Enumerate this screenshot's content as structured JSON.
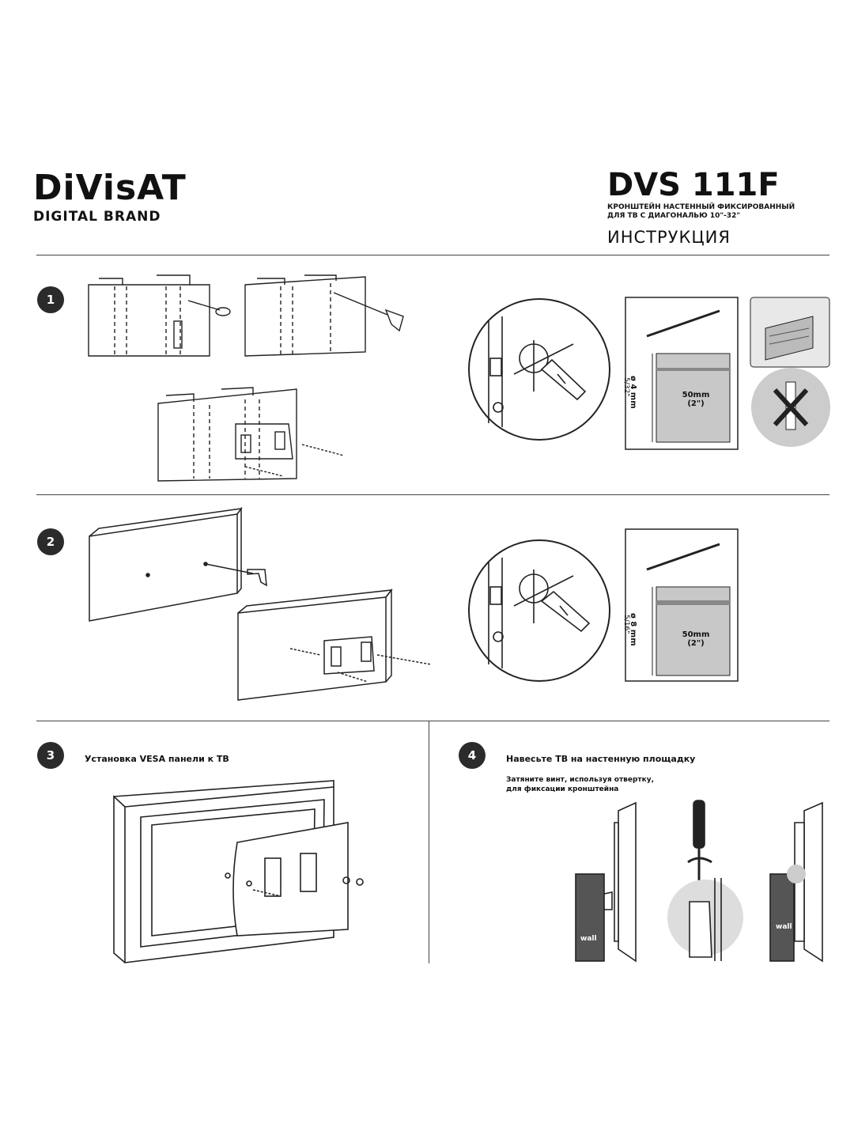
{
  "header": {
    "logo_text": "DiVisAT",
    "logo_tagline": "DIGITAL BRAND",
    "model": "DVS 111F",
    "description_line1": "КРОНШТЕЙН НАСТЕННЫЙ ФИКСИРОВАННЫЙ",
    "description_line2": "ДЛЯ ТВ С ДИАГОНАЛЬЮ 10\"-32\"",
    "doc_type": "ИНСТРУКЦИЯ"
  },
  "steps": [
    {
      "number": "1"
    },
    {
      "number": "2"
    },
    {
      "number": "3",
      "caption": "Установка VESA панели к ТВ"
    },
    {
      "number": "4",
      "caption": "Навесьте ТВ на настенную площадку",
      "note_line1": "Затяните винт, используя отвертку,",
      "note_line2": "для фиксации кронштейна"
    }
  ],
  "drill_specs": [
    {
      "diameter": "ø 4 mm",
      "inch": "5/32\"",
      "depth": "50mm",
      "depth_inch": "(2\")"
    },
    {
      "diameter": "ø 8 mm",
      "inch": "5/16\"",
      "depth": "50mm",
      "depth_inch": "(2\")"
    }
  ],
  "wall_labels": [
    "wall",
    "wall"
  ],
  "colors": {
    "accent": "#2b2b2b",
    "panel_gray": "#c8c8c8",
    "wall_gray": "#555555"
  }
}
